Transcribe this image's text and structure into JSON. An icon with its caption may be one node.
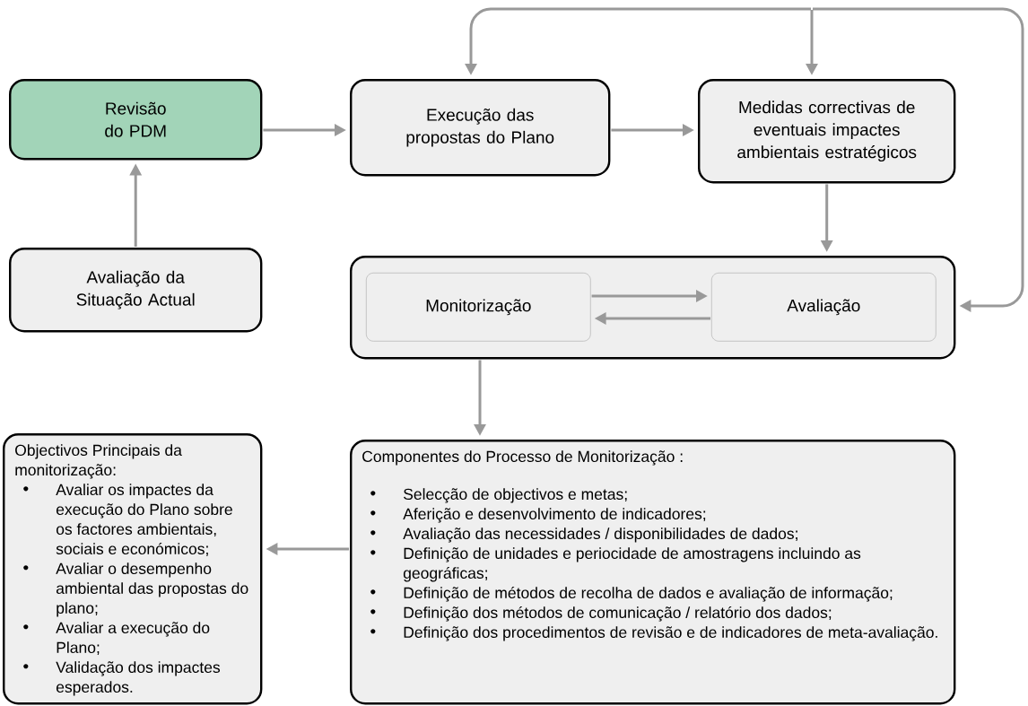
{
  "diagram": {
    "nodes": [
      {
        "text": [
          "Revisão do PDM"
        ]
      },
      {
        "text": [
          "Avaliação da Situação Actual"
        ]
      },
      {
        "text": [
          "Execução das propostas do Plano"
        ]
      },
      {
        "text": [
          "Medidas correctivas de eventuais impactes ambientais estratégicos"
        ]
      },
      {
        "text": [],
        "shape": "box"
      },
      {
        "text": [
          "Monitorização"
        ],
        "in": 4
      },
      {
        "text": [
          "Avaliação"
        ],
        "in": 4
      },
      {
        "text": [
          "Componentes do Processo de Monitorização :",
          "Selecção de objectivos e metas;",
          "Aferição e desenvolvimento de indicadores;",
          "Avaliação das necessidades / disponibilidades de dados;",
          "Definição de unidades e periocidade de amostragens incluindo as geográficas;",
          "Definição de métodos de recolha de dados e avaliação de informação;",
          "Definição dos métodos de comunicação / relatório dos dados;",
          "Definição dos procedimentos de revisão e de indicadores de meta-avaliação."
        ]
      },
      {
        "text": [
          "Objectivos Principais da monitorização:",
          "Avaliar os impactes da execução do Plano sobre os factores ambientais, sociais e económicos;",
          "Avaliar o desempenho ambiental das propostas do plano;",
          "Avaliar a execução do Plano;",
          "Validação dos impactes esperados."
        ]
      }
    ],
    "edges": [
      {
        "from": 1,
        "to": 0,
        "arrow": "to"
      },
      {
        "from": 0,
        "to": 2,
        "arrow": "to"
      },
      {
        "from": 2,
        "to": 3,
        "arrow": "to"
      },
      {
        "from": 3,
        "to": 4,
        "arrow": "to"
      },
      {
        "from": 5,
        "to": 6,
        "arrow": "to"
      },
      {
        "from": 6,
        "to": 5,
        "arrow": "to"
      },
      {
        "from": 4,
        "to": 7,
        "arrow": "to"
      },
      {
        "from": 7,
        "to": 8,
        "arrow": "to"
      },
      {
        "from": null,
        "to": 2,
        "arrow": "to"
      },
      {
        "from": null,
        "to": 3,
        "arrow": "to"
      },
      {
        "from": null,
        "to": 4,
        "arrow": "to"
      }
    ]
  }
}
